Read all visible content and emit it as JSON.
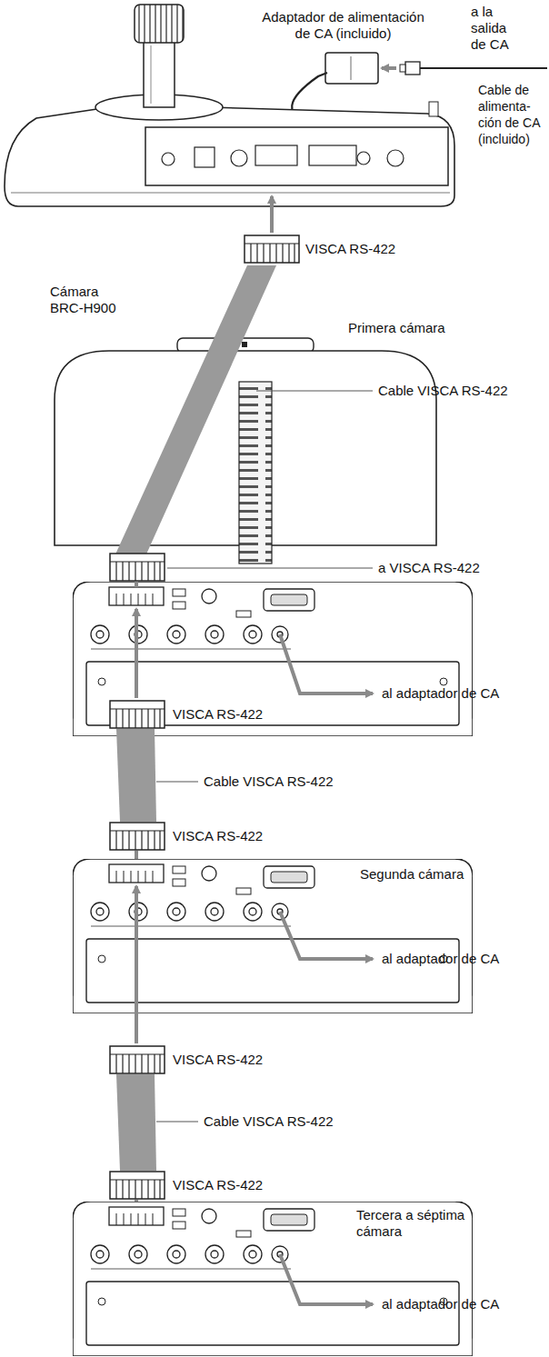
{
  "diagram": {
    "labels": [
      "a la salida de CA",
      "Adaptador de alimentación de CA (incluido)",
      "Cable de alimenta- ción de CA (incluido)",
      "VISCA RS-422",
      "Cámara BRC-H900",
      "Primera cámara",
      "Cable VISCA RS-422",
      "a VISCA RS-422",
      "al adaptador de CA",
      "VISCA RS-422",
      "Cable VISCA RS-422",
      "VISCA RS-422",
      "Segunda cámara",
      "al adaptador de CA",
      "VISCA RS-422",
      "Cable VISCA RS-422",
      "VISCA RS-422",
      "Tercera a séptima cámara",
      "al adaptador de CA"
    ]
  }
}
